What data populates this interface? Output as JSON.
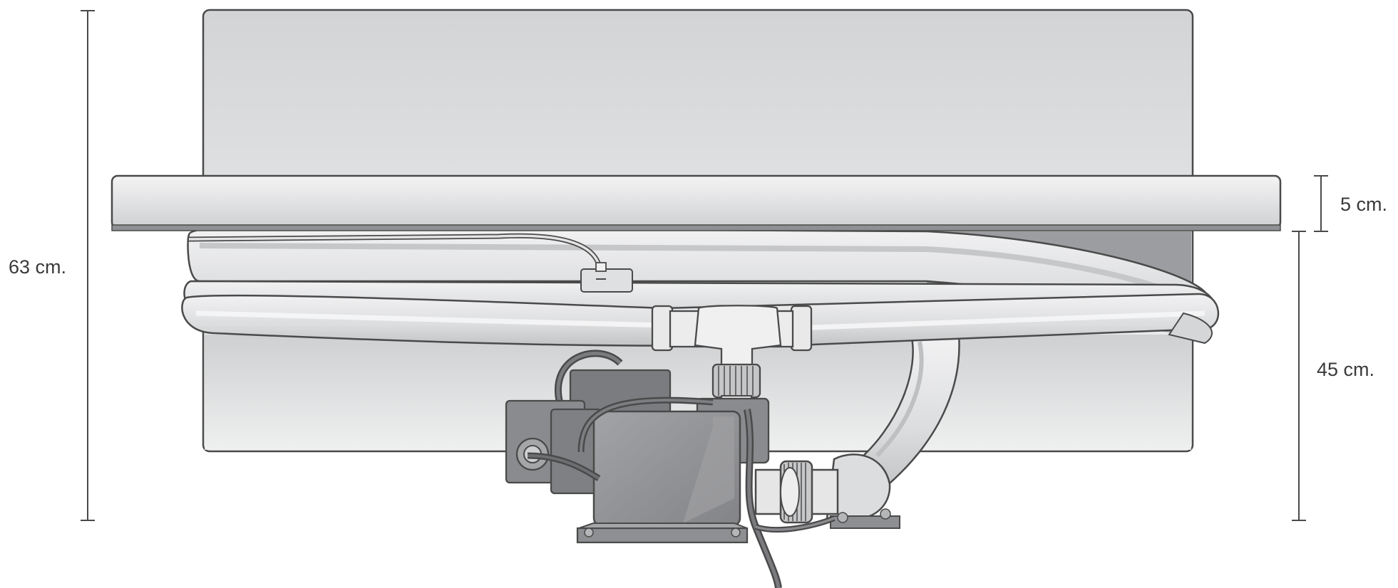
{
  "dimensions": {
    "overall_height": "63 cm.",
    "lip_thickness": "5 cm.",
    "lower_depth": "45 cm."
  },
  "colors": {
    "stroke": "#4a4a4a",
    "panel_light": "#eeefef",
    "panel_dark": "#cdced0",
    "pipe_light": "#e8e8e9",
    "pipe_mid": "#c9cacc",
    "pump_body": "#8e8f92",
    "pump_dark": "#6b6c6f",
    "background": "#ffffff"
  },
  "icons": {
    "pump": "pump-motor-icon",
    "hose": "hose-loop-icon",
    "elbow": "elbow-fitting-icon"
  }
}
